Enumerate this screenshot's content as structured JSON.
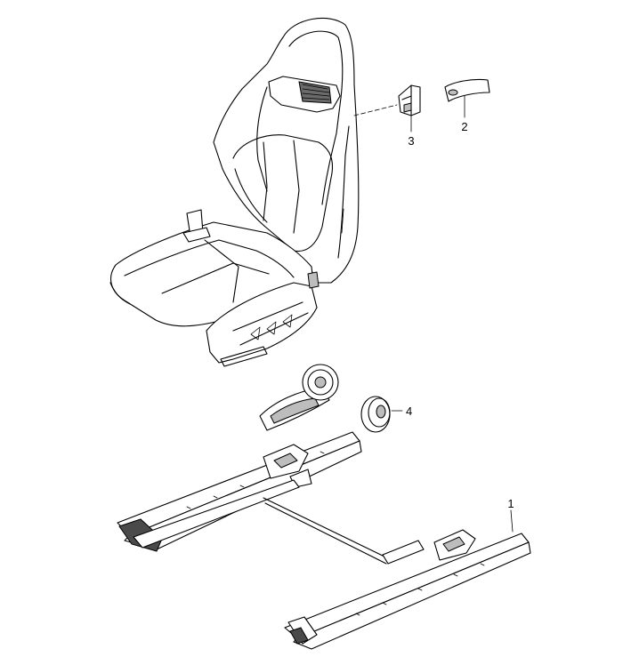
{
  "callouts": [
    {
      "id": "1",
      "label": "1"
    },
    {
      "id": "2",
      "label": "2"
    },
    {
      "id": "3",
      "label": "3"
    },
    {
      "id": "4",
      "label": "4"
    }
  ],
  "colors": {
    "line": "#000000",
    "background": "#ffffff",
    "part_fill": "#bdbdbd"
  }
}
